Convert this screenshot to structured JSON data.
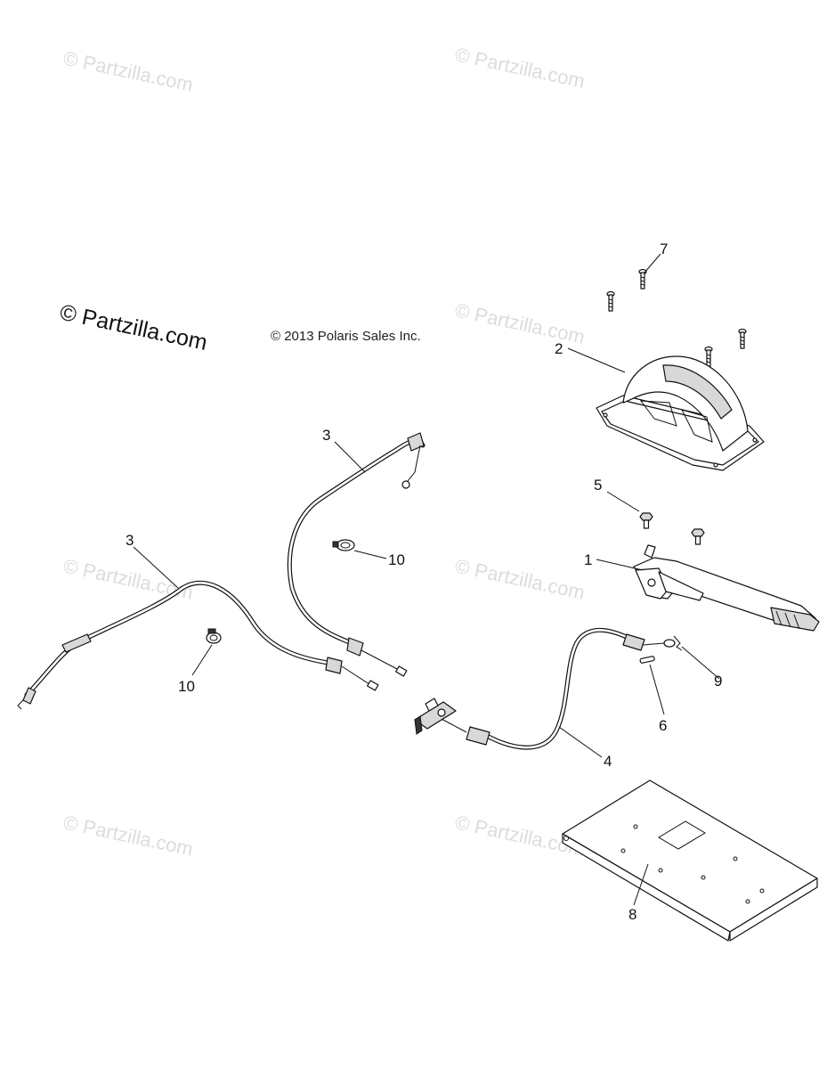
{
  "copyright": "© 2013 Polaris Sales Inc.",
  "watermarks": {
    "main": "© Partzilla.com",
    "faded": "© Partzilla.com"
  },
  "callouts": {
    "c1": "1",
    "c2": "2",
    "c3a": "3",
    "c3b": "3",
    "c4": "4",
    "c5": "5",
    "c6": "6",
    "c7": "7",
    "c8": "8",
    "c9": "9",
    "c10a": "10",
    "c10b": "10"
  }
}
